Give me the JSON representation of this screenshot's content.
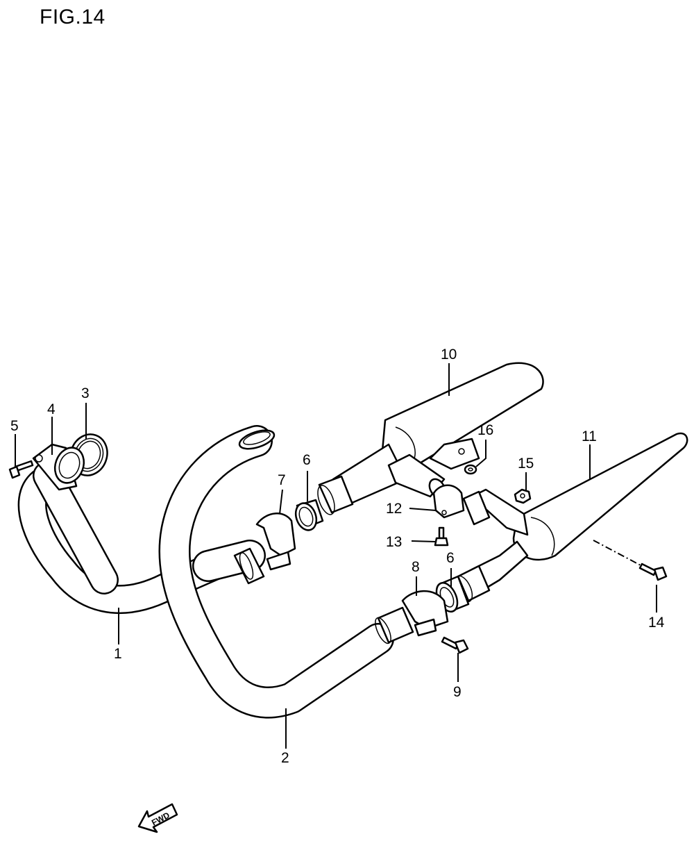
{
  "figure": {
    "title": "FIG.14"
  },
  "callouts": [
    {
      "id": "1",
      "text": "1"
    },
    {
      "id": "2",
      "text": "2"
    },
    {
      "id": "3",
      "text": "3"
    },
    {
      "id": "4",
      "text": "4"
    },
    {
      "id": "5",
      "text": "5"
    },
    {
      "id": "6a",
      "text": "6"
    },
    {
      "id": "6b",
      "text": "6"
    },
    {
      "id": "7",
      "text": "7"
    },
    {
      "id": "8",
      "text": "8"
    },
    {
      "id": "9",
      "text": "9"
    },
    {
      "id": "10",
      "text": "10"
    },
    {
      "id": "11",
      "text": "11"
    },
    {
      "id": "12",
      "text": "12"
    },
    {
      "id": "13",
      "text": "13"
    },
    {
      "id": "14",
      "text": "14"
    },
    {
      "id": "15",
      "text": "15"
    },
    {
      "id": "16",
      "text": "16"
    }
  ],
  "direction": {
    "label": "FWD",
    "icon": "arrow-down-left-icon"
  }
}
